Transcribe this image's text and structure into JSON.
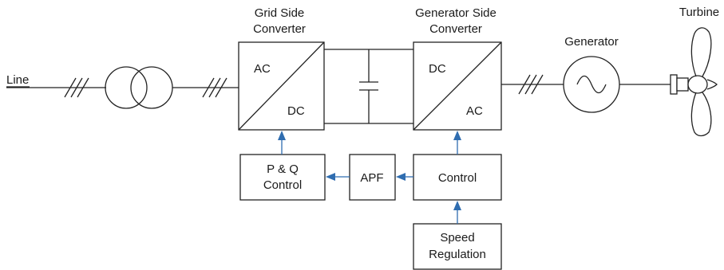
{
  "labels": {
    "line": "Line",
    "grid_side_converter_line1": "Grid Side",
    "grid_side_converter_line2": "Converter",
    "generator_side_converter_line1": "Generator Side",
    "generator_side_converter_line2": "Converter",
    "generator": "Generator",
    "turbine": "Turbine"
  },
  "converters": {
    "grid_side": {
      "top_label": "AC",
      "bottom_label": "DC"
    },
    "generator_side": {
      "top_label": "DC",
      "bottom_label": "AC"
    }
  },
  "blocks": {
    "pq_control_line1": "P & Q",
    "pq_control_line2": "Control",
    "apf": "APF",
    "control": "Control",
    "speed_regulation_line1": "Speed",
    "speed_regulation_line2": "Regulation"
  },
  "colors": {
    "line": "#222222",
    "arrow": "#2f6db0",
    "background": "#ffffff"
  }
}
